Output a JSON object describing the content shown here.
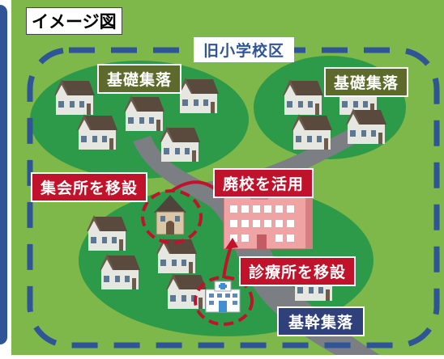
{
  "title": "イメージ図",
  "district": "旧小学校区",
  "labels": {
    "basic_left": "基礎集落",
    "basic_right": "基礎集落",
    "core": "基幹集落",
    "meeting_hall": "集会所を移設",
    "school_reuse": "廃校を活用",
    "clinic": "診療所を移設"
  },
  "colors": {
    "background_green": "#7fb84a",
    "settlement_green": "#2d9a4a",
    "road_gray": "#7b7e82",
    "boundary_blue": "#2f5597",
    "red": "#c0122a",
    "olive": "#5e6a2c",
    "navy": "#30407a"
  },
  "icons": [
    "house-icon",
    "meeting-hall-icon",
    "school-building-icon",
    "hospital-icon"
  ]
}
